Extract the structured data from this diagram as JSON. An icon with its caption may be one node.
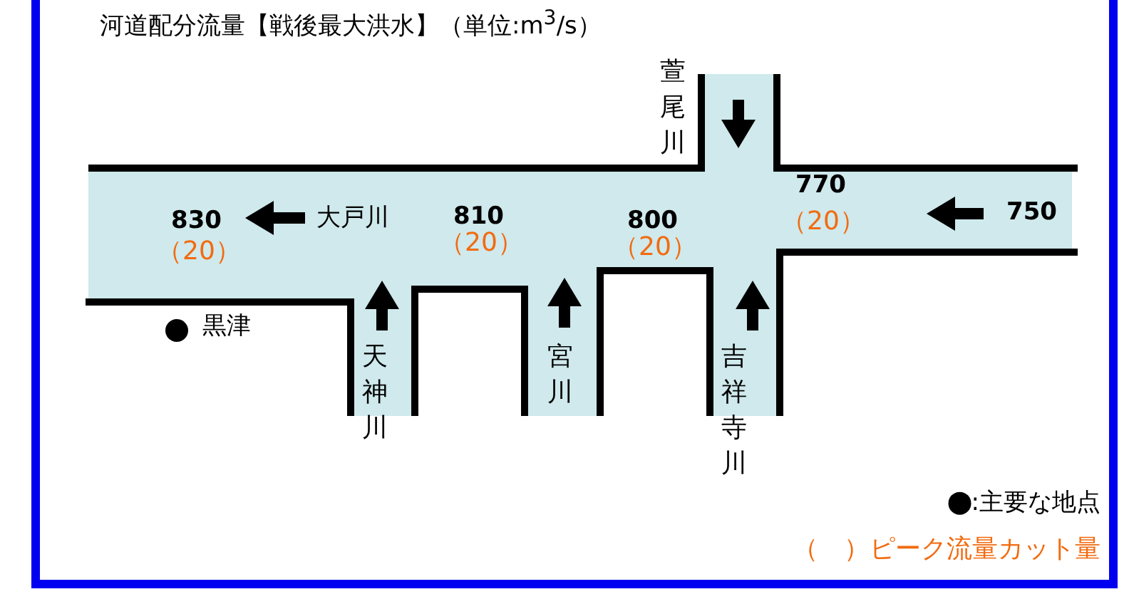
{
  "diagram": {
    "title": "河道配分流量【戦後最大洪水】（単位:m$^{3}$/s）",
    "labels": [
      "萱尾川",
      "770",
      "（20）",
      "750",
      "830",
      "大戸川",
      "810",
      "800",
      "（20）",
      "（20）",
      "（20）",
      "黒津",
      "天神川",
      "宮川",
      "吉祥寺川"
    ],
    "legend": [
      {
        "text": ":主要な地点"
      },
      {
        "text": "（　）ピーク流量カット量"
      }
    ]
  }
}
